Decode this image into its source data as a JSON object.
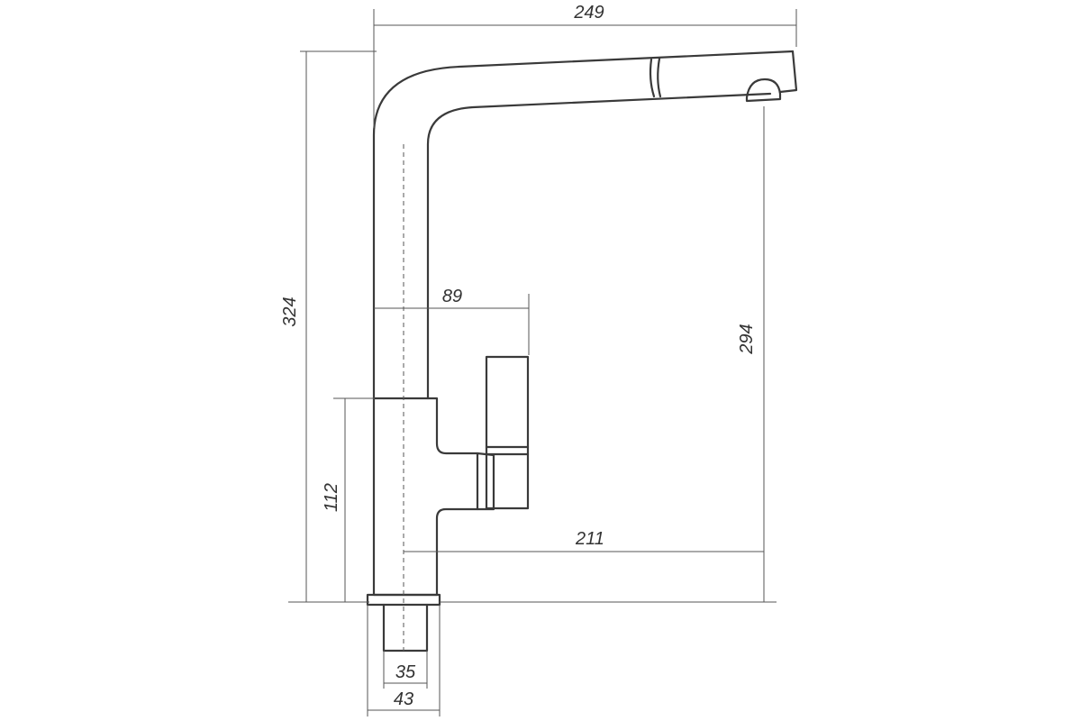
{
  "drawing": {
    "dimensions": {
      "overall_width": "249",
      "overall_height": "324",
      "spout_height": "294",
      "handle_offset": "89",
      "base_height": "112",
      "spout_reach": "211",
      "shank_diameter": "35",
      "base_diameter": "43"
    },
    "colors": {
      "line": "#3a3a3a",
      "dimension": "#555555",
      "background": "#ffffff"
    }
  }
}
